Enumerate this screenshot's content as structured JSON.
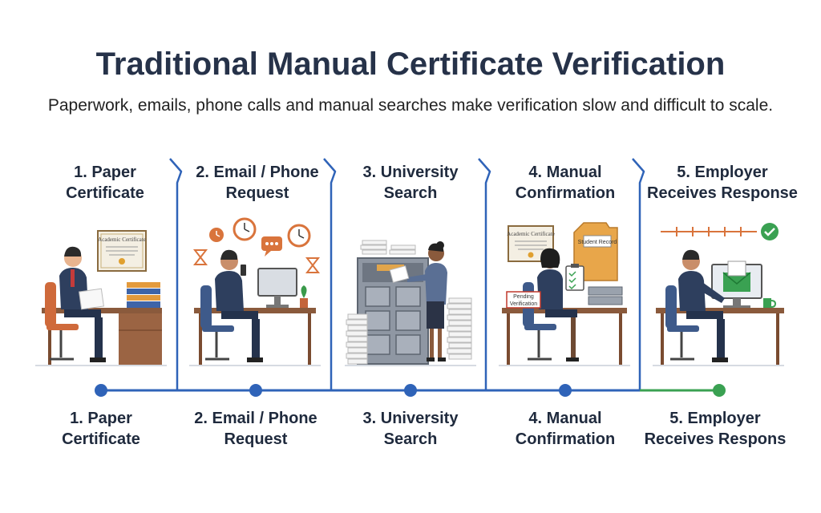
{
  "header": {
    "title": "Traditional Manual Certificate Verification",
    "subtitle": "Paperwork, emails, phone calls and manual searches make verification slow and difficult to scale."
  },
  "steps": [
    {
      "label": "1. Paper Certificate",
      "head_line1": "1. Paper",
      "head_line2": "Certificate",
      "foot_line1": "1. Paper",
      "foot_line2": "Certificate"
    },
    {
      "label": "2. Email / Phone Request",
      "head_line1": "2. Email / Phone",
      "head_line2": "Request",
      "foot_line1": "2. Email / Phone",
      "foot_line2": "Request"
    },
    {
      "label": "3. University Search",
      "head_line1": "3. University",
      "head_line2": "Search",
      "foot_line1": "3. University",
      "foot_line2": "Search"
    },
    {
      "label": "4. Manual Confirmation",
      "head_line1": "4. Manual",
      "head_line2": "Confirmation",
      "foot_line1": "4. Manual",
      "foot_line2": "Confirmation"
    },
    {
      "label": "5. Employer Receives Response",
      "head_line1": "5. Employer",
      "head_line2": "Receives Response",
      "foot_line1": "5. Employer",
      "foot_line2": "Receives Respons"
    }
  ],
  "illustration_text": {
    "certificate_1": "Academic Certificate",
    "certificate_4": "Academic Certificate",
    "student_record": "Student Record",
    "pending_line1": "Pending",
    "pending_line2": "Verification"
  },
  "colors": {
    "timeline_blue": "#2f63b8",
    "timeline_green": "#3aa152",
    "title": "#263249",
    "accent_orange": "#d9743c",
    "check_green": "#3aa152"
  }
}
